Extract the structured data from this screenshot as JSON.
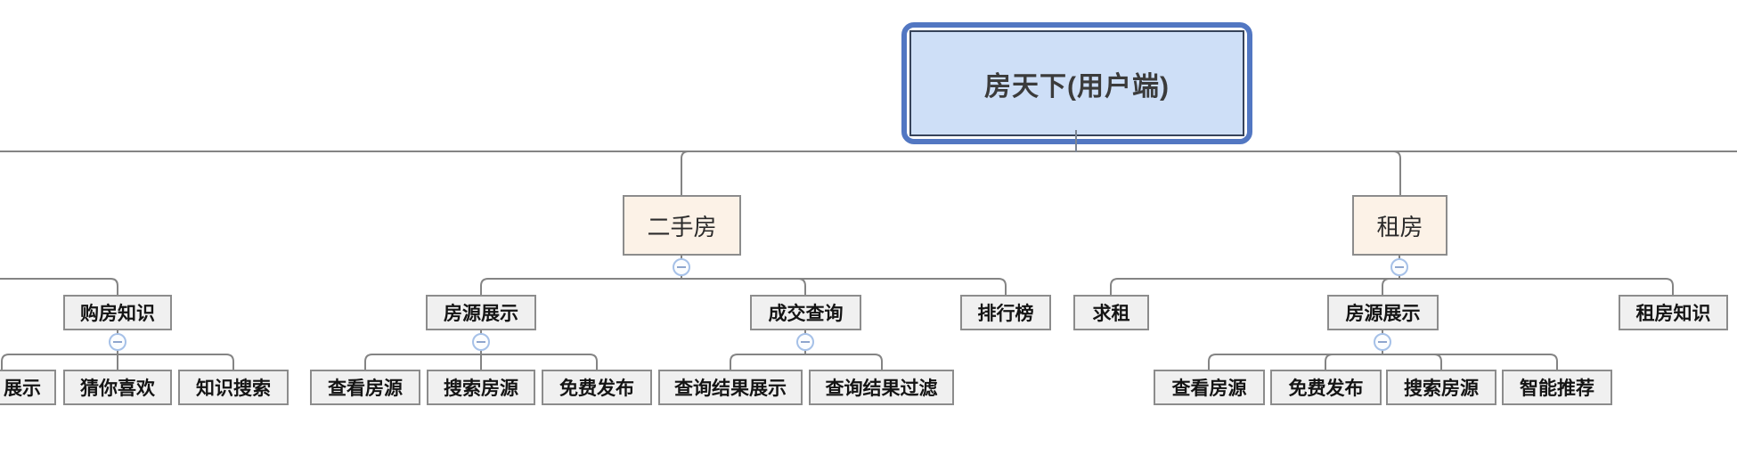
{
  "app": {
    "type": "mind-map-diagram"
  },
  "tree": {
    "root": {
      "label": "房天下(用户端)"
    },
    "branches": [
      {
        "label": "二手房",
        "children": [
          {
            "label": "房源展示",
            "children": [
              {
                "label": "查看房源"
              },
              {
                "label": "搜索房源"
              },
              {
                "label": "免费发布"
              }
            ]
          },
          {
            "label": "成交查询",
            "children": [
              {
                "label": "查询结果展示"
              },
              {
                "label": "查询结果过滤"
              }
            ]
          },
          {
            "label": "排行榜",
            "children": []
          }
        ]
      },
      {
        "label": "租房",
        "children": [
          {
            "label": "求租",
            "children": []
          },
          {
            "label": "房源展示",
            "children": [
              {
                "label": "查看房源"
              },
              {
                "label": "免费发布"
              },
              {
                "label": "搜索房源"
              },
              {
                "label": "智能推荐"
              }
            ]
          },
          {
            "label": "租房知识",
            "children": []
          }
        ]
      }
    ],
    "left_partial": {
      "label": "购房知识",
      "children": [
        {
          "label": "展示"
        },
        {
          "label": "猜你喜欢"
        },
        {
          "label": "知识搜索"
        }
      ]
    }
  },
  "icons": {
    "collapse": "minus-circle"
  },
  "colors": {
    "root_selection_border": "#5277C2",
    "root_fill": "#CEDFF7",
    "root_inner_border": "#36435A",
    "branch_fill": "#FCF2E7",
    "node_fill": "#F0F0F0",
    "node_border": "#8C8C8C",
    "connector": "#848484",
    "collapse_ring": "#A6C1E8",
    "collapse_dash": "#8FA6CE"
  }
}
